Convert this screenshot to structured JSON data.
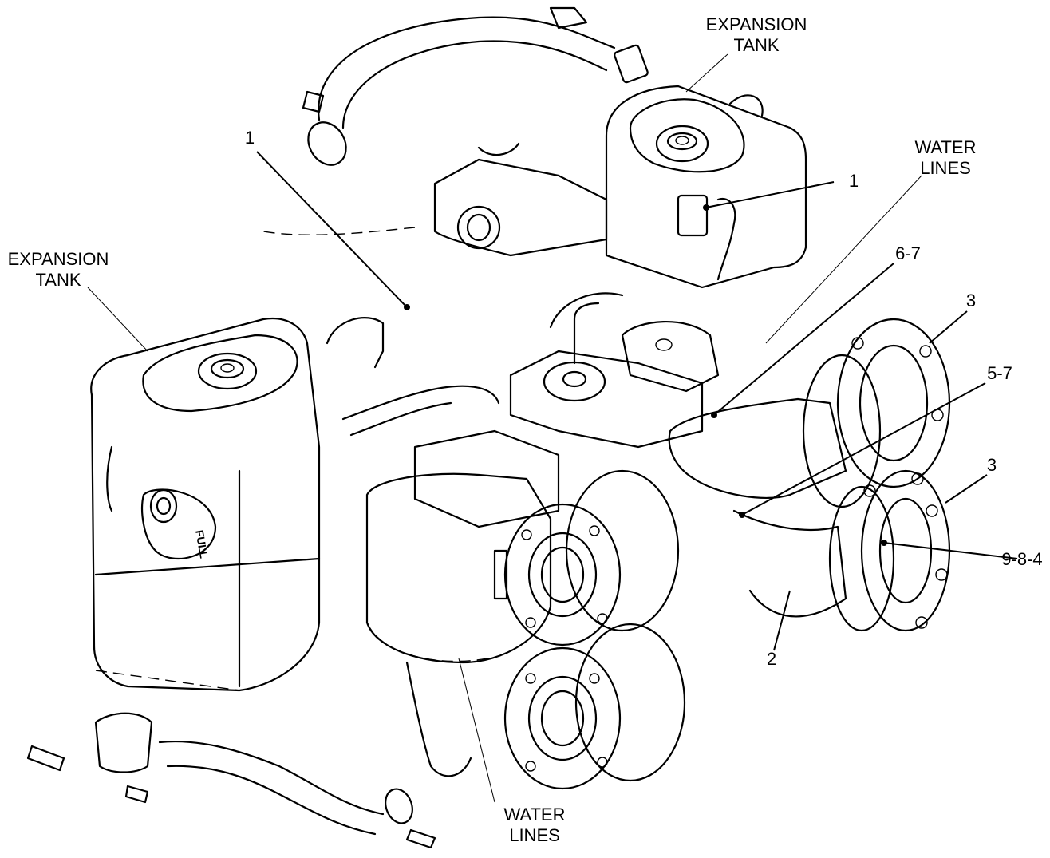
{
  "callouts": {
    "expansion_tank_top": "EXPANSION\nTANK",
    "expansion_tank_left": "EXPANSION\nTANK",
    "water_lines_top": "WATER\nLINES",
    "water_lines_bottom": "WATER\nLINES",
    "item_1_left": "1",
    "item_1_right": "1",
    "item_6_7": "6-7",
    "item_5_7": "5-7",
    "item_3_upper": "3",
    "item_3_lower": "3",
    "item_9_8_4": "9-8-4",
    "item_2": "2"
  },
  "tank_gauge_label": "FULL",
  "colors": {
    "line": "#000000",
    "background": "#ffffff"
  }
}
